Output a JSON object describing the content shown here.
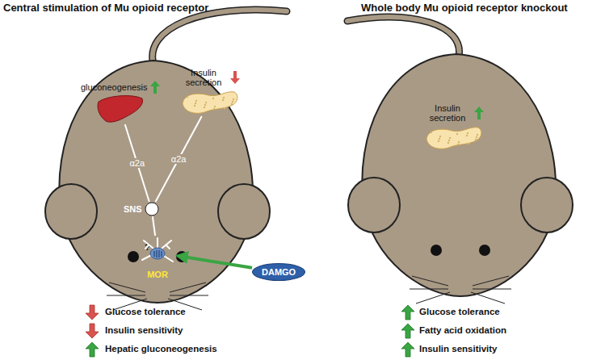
{
  "diagram": {
    "nodes": [
      {
        "text": [
          "gluconeogenesis"
        ]
      },
      {
        "text": [
          "Insulin secretion"
        ]
      },
      {
        "text": [
          "SNS"
        ]
      },
      {
        "text": [
          "MOR"
        ]
      },
      {
        "text": [
          "DAMGO"
        ]
      },
      {
        "text": [
          "Insulin secretion"
        ]
      }
    ],
    "edges": [
      {
        "from": 2,
        "to": 0,
        "arrow": "none",
        "label": "α2a"
      },
      {
        "from": 2,
        "to": 1,
        "arrow": "none",
        "label": "α2a"
      },
      {
        "from": 3,
        "to": 2,
        "arrow": "none"
      },
      {
        "from": 4,
        "to": 3,
        "arrow": "to"
      }
    ],
    "labels": [
      "Central stimulation of Mu opioid receptor",
      "Whole body Mu opioid receptor knockout",
      "?",
      "Glucose tolerance",
      "Insulin sensitivity",
      "Hepatic gluconeogenesis",
      "Glucose tolerance",
      "Fatty acid oxidation",
      "Insulin sensitivity"
    ]
  }
}
